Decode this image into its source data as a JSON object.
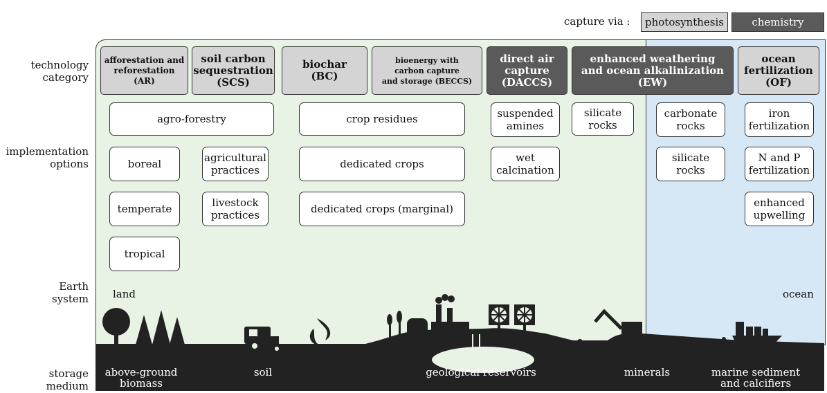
{
  "legend": {
    "prefix": "capture via :",
    "photosynthesis": "photosynthesis",
    "chemistry": "chemistry",
    "colors": {
      "photosynthesis": "#d4d4d4",
      "chemistry": "#5a5a5a"
    }
  },
  "row_labels": {
    "technology_category": "technology\ncategory",
    "implementation_options": "implementation\noptions",
    "earth_system": "Earth\nsystem",
    "storage_medium": "storage\nmedium"
  },
  "categories": [
    {
      "label": "afforestation and\nreforestation\n(AR)",
      "capture": "photosynthesis"
    },
    {
      "label": "soil carbon\nsequestration\n(SCS)",
      "capture": "photosynthesis"
    },
    {
      "label": "biochar\n(BC)",
      "capture": "photosynthesis"
    },
    {
      "label": "bioenergy with\ncarbon capture\nand storage (BECCS)",
      "capture": "photosynthesis"
    },
    {
      "label": "direct air\ncapture\n(DACCS)",
      "capture": "chemistry"
    },
    {
      "label": "enhanced weathering\nand ocean alkalinization\n(EW)",
      "capture": "chemistry"
    },
    {
      "label": "ocean\nfertilization\n(OF)",
      "capture": "photosynthesis"
    }
  ],
  "options": {
    "agro_forestry": "agro-forestry",
    "boreal": "boreal",
    "temperate": "temperate",
    "tropical": "tropical",
    "agricultural_practices": "agricultural\npractices",
    "livestock_practices": "livestock\npractices",
    "crop_residues": "crop residues",
    "dedicated_crops": "dedicated crops",
    "dedicated_crops_marginal": "dedicated crops (marginal)",
    "suspended_amines": "suspended\namines",
    "wet_calcination": "wet\ncalcination",
    "silicate_rocks_land": "silicate\nrocks",
    "carbonate_rocks": "carbonate\nrocks",
    "silicate_rocks_ocean": "silicate\nrocks",
    "iron_fertilization": "iron\nfertilization",
    "np_fertilization": "N and P\nfertilization",
    "enhanced_upwelling": "enhanced\nupwelling"
  },
  "earth_system": {
    "land": "land",
    "ocean": "ocean"
  },
  "storage": {
    "biomass": "above-ground\nbiomass",
    "soil": "soil",
    "geological": "geological reservoirs",
    "minerals": "minerals",
    "marine": "marine sediment\nand calcifiers"
  }
}
